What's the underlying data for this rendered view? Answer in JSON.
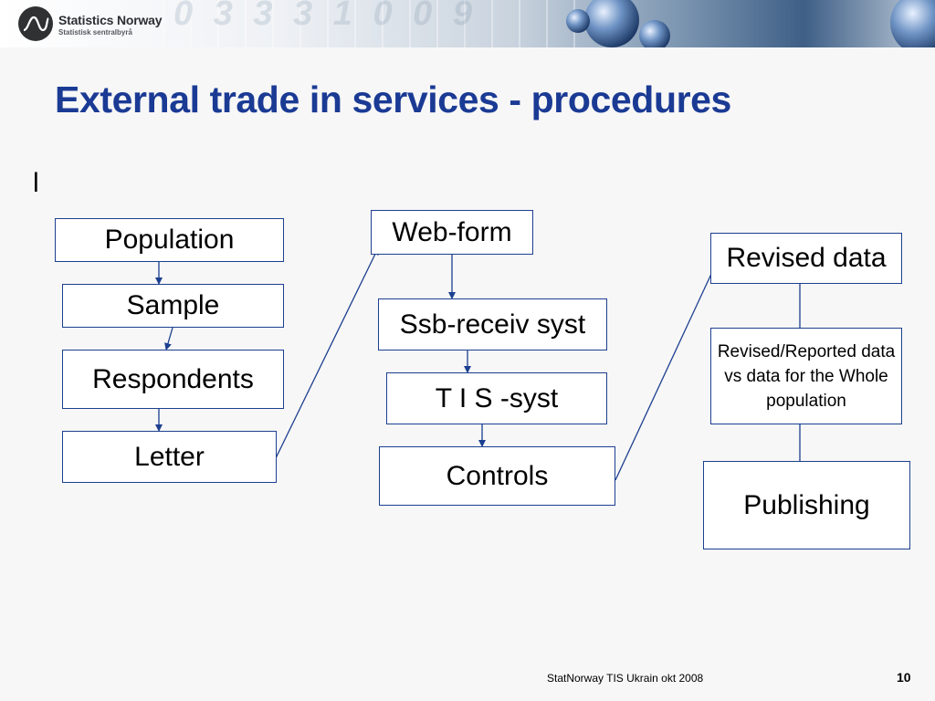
{
  "header": {
    "logo_title": "Statistics Norway",
    "logo_subtitle": "Statistisk sentralbyrå",
    "colors": {
      "logo_bg": "#2f3133",
      "header_accent": "#3e5f86"
    }
  },
  "slide": {
    "title": "External trade in services - procedures",
    "bullet": "l",
    "title_color": "#1a3a94",
    "box_border_color": "#1c3f8f"
  },
  "diagram": {
    "nodes": {
      "population": "Population",
      "sample": "Sample",
      "respondents": "Respondents",
      "letter": "Letter",
      "web_form": "Web-form",
      "ssb_receiv": "Ssb-receiv syst",
      "tis_syst": "T I S -syst",
      "controls": "Controls",
      "revised_data": "Revised data",
      "revised_reported": "Revised/Reported data vs data for the Whole population",
      "publishing": "Publishing"
    }
  },
  "footer": {
    "text": "StatNorway TIS Ukrain okt 2008",
    "page_number": "10"
  }
}
